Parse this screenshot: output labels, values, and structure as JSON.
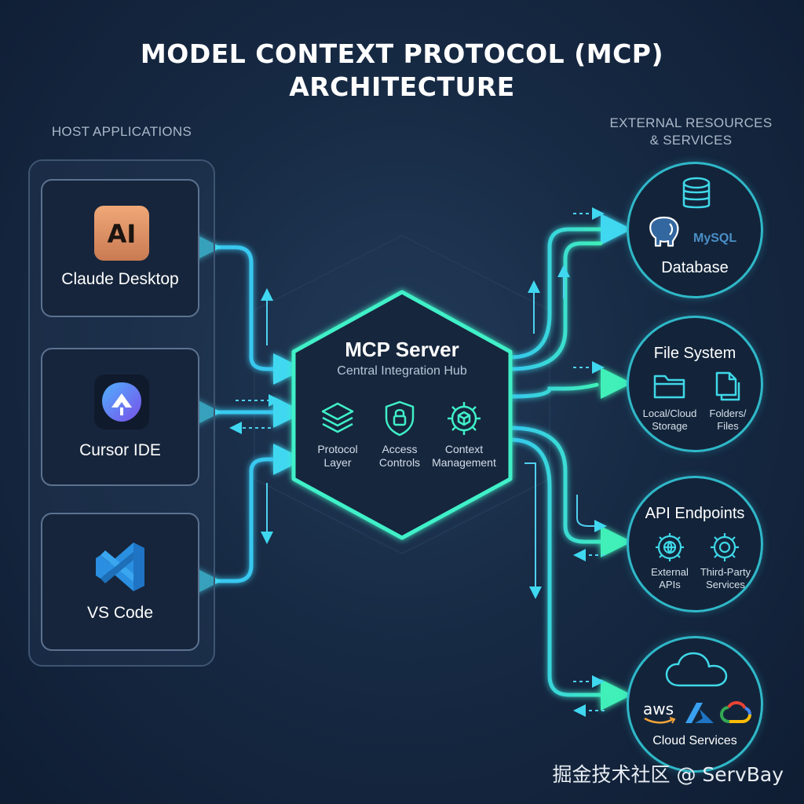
{
  "title": {
    "line1": "MODEL CONTEXT PROTOCOL (MCP)",
    "line2": "ARCHITECTURE"
  },
  "host_section": {
    "label": "HOST APPLICATIONS",
    "apps": [
      {
        "name": "Claude Desktop",
        "icon": "claude-ai-logo-icon"
      },
      {
        "name": "Cursor IDE",
        "icon": "cursor-ide-logo-icon"
      },
      {
        "name": "VS Code",
        "icon": "vscode-logo-icon"
      }
    ]
  },
  "hub": {
    "title": "MCP Server",
    "subtitle": "Central Integration Hub",
    "features": [
      {
        "label": "Protocol Layer",
        "icon": "layers-icon"
      },
      {
        "label": "Access Controls",
        "icon": "shield-lock-icon"
      },
      {
        "label": "Context Management",
        "icon": "gear-cube-icon"
      }
    ]
  },
  "resources_section": {
    "label_line1": "EXTERNAL RESOURCES",
    "label_line2": "& SERVICES",
    "resources": [
      {
        "title": "Database",
        "icon": "database-icon",
        "logos": [
          "postgresql-elephant-icon",
          "MySQL"
        ]
      },
      {
        "title": "File System",
        "items": [
          {
            "label_line1": "Local/Cloud",
            "label_line2": "Storage",
            "icon": "folder-icon"
          },
          {
            "label_line1": "Folders/",
            "label_line2": "Files",
            "icon": "files-icon"
          }
        ]
      },
      {
        "title": "API Endpoints",
        "items": [
          {
            "label_line1": "External",
            "label_line2": "APIs",
            "icon": "globe-gear-icon"
          },
          {
            "label_line1": "Third-Party",
            "label_line2": "Services",
            "icon": "gear-icon"
          }
        ]
      },
      {
        "title": "Cloud Services",
        "icon": "cloud-icon",
        "logos": [
          "aws",
          "azure-logo-icon",
          "google-cloud-logo-icon"
        ]
      }
    ]
  },
  "watermark": "掘金技术社区 @ ServBay",
  "colors": {
    "background": "#172a44",
    "accent_cyan": "#2fd9e8",
    "accent_green": "#3ff0b8",
    "panel_border": "#5c7290"
  }
}
